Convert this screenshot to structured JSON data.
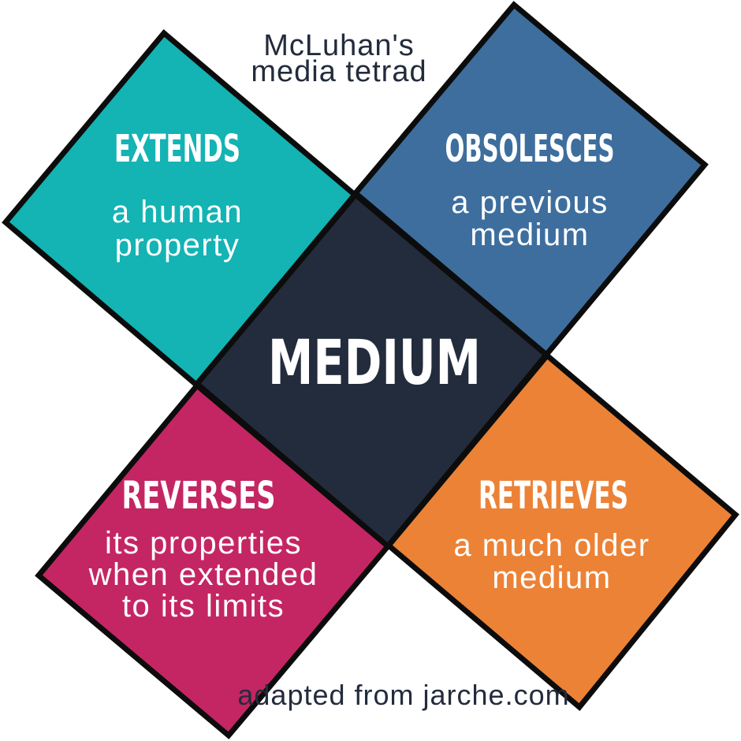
{
  "title": {
    "line1": "McLuhan's",
    "line2": "media tetrad",
    "color": "#232c3d"
  },
  "center": {
    "label": "MEDIUM",
    "color": "#232c3c",
    "text_color": "#ffffff"
  },
  "quadrants": [
    {
      "id": "extends",
      "heading": "EXTENDS",
      "lines": [
        "a human",
        "property"
      ],
      "color": "#14b3b4"
    },
    {
      "id": "obsolesces",
      "heading": "OBSOLESCES",
      "lines": [
        "a previous",
        "medium"
      ],
      "color": "#3d6e9e"
    },
    {
      "id": "reverses",
      "heading": "REVERSES",
      "lines": [
        "its properties",
        "when extended",
        "to its limits"
      ],
      "color": "#c42663"
    },
    {
      "id": "retrieves",
      "heading": "RETRIEVES",
      "lines": [
        "a much older",
        "medium"
      ],
      "color": "#ec8236"
    }
  ],
  "caption": "adapted from jarche.com",
  "border_color": "#0c0c0c"
}
